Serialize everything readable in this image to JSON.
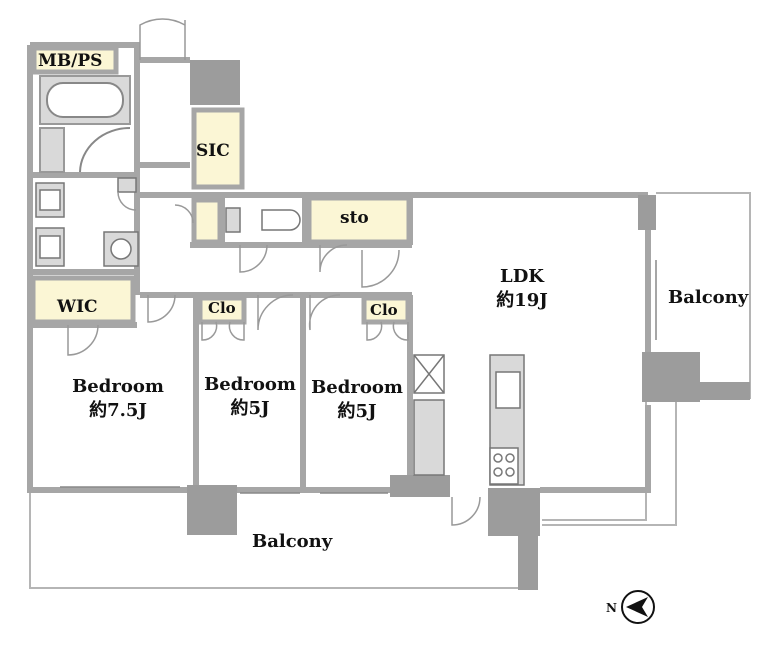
{
  "rooms": {
    "mbps": "MB/PS",
    "sic": "SIC",
    "sto": "sto",
    "wic": "WIC",
    "clo1": "Clo",
    "clo2": "Clo",
    "ldk_name": "LDK",
    "ldk_size": "約19J",
    "bedroom1_name": "Bedroom",
    "bedroom1_size": "約7.5J",
    "bedroom2_name": "Bedroom",
    "bedroom2_size": "約5J",
    "bedroom3_name": "Bedroom",
    "bedroom3_size": "約5J",
    "balcony_east": "Balcony",
    "balcony_south": "Balcony"
  },
  "compass": {
    "label": "N",
    "icon": "north-arrow-icon"
  },
  "colors": {
    "wall": "#a6a6a6",
    "column": "#9c9c9c",
    "storage_fill": "#fbf6d5",
    "floor": "#ffffff",
    "fixture": "#d9d9d9"
  }
}
